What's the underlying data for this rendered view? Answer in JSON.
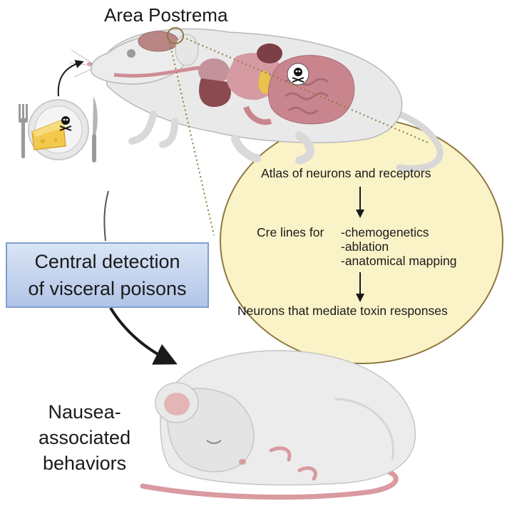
{
  "diagram": {
    "title": "Area Postrema",
    "zoom_panel": {
      "heading": "Atlas of neurons and receptors",
      "cre_label": "Cre lines for",
      "cre_items": [
        "-chemogenetics",
        "-ablation",
        "-anatomical mapping"
      ],
      "result": "Neurons that mediate toxin responses"
    },
    "center_box": {
      "line1": "Central detection",
      "line2": "of visceral poisons"
    },
    "outcome": {
      "line1": "Nausea-",
      "line2": "associated",
      "line3": "behaviors"
    },
    "icons": [
      "fork-icon",
      "knife-icon",
      "plate-icon",
      "cheese-icon",
      "skull-crossbones-icon",
      "mouse-illustration",
      "sleeping-mouse-illustration",
      "organs-illustration"
    ],
    "colors": {
      "panel_fill": "#fbf3c8",
      "panel_border": "#8f7840",
      "box_top": "#d9e4f5",
      "box_bottom": "#b2c5e7",
      "box_border": "#7f9fcd",
      "mouse_fur": "#e9e9e9",
      "mouse_pink": "#d99aa0"
    }
  }
}
